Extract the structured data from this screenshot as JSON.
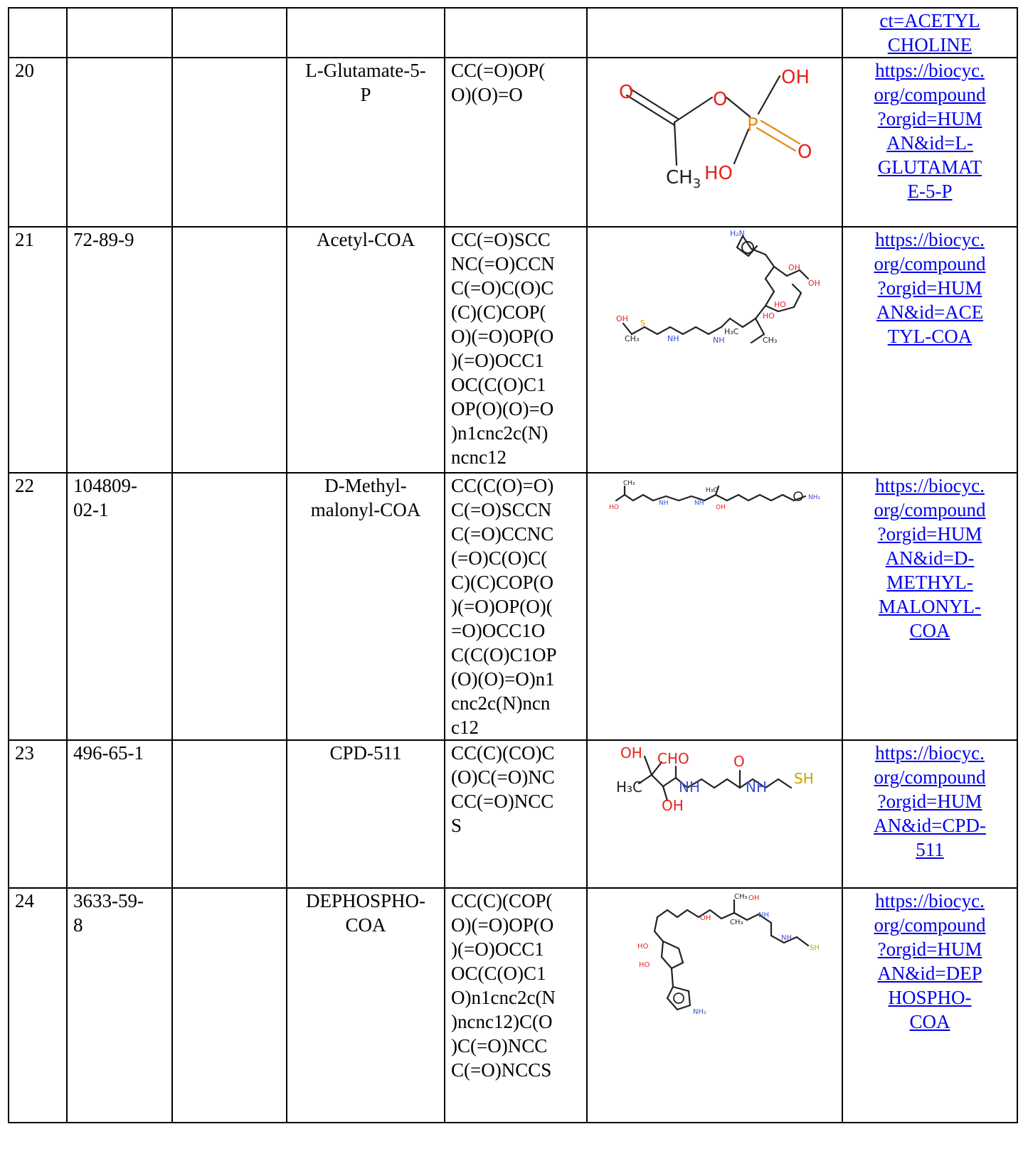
{
  "rows": [
    {
      "num": "",
      "cas": "",
      "blank": "",
      "name": [],
      "smiles": [],
      "link": [
        "ct=ACETYL",
        "CHOLINE"
      ]
    },
    {
      "num": "20",
      "cas": "",
      "blank": "",
      "name": [
        "L-Glutamate-5-",
        "P"
      ],
      "smiles": [
        "CC(=O)OP(",
        "O)(O)=O"
      ],
      "link": [
        "https://biocyc.",
        "org/compound",
        "?orgid=HUM",
        "AN&id=L-",
        "GLUTAMAT",
        "E-5-P"
      ]
    },
    {
      "num": "21",
      "cas": "72-89-9",
      "blank": "",
      "name": [
        "Acetyl-COA"
      ],
      "smiles": [
        "CC(=O)SCC",
        "NC(=O)CCN",
        "C(=O)C(O)C",
        "(C)(C)COP(",
        "O)(=O)OP(O",
        ")(=O)OCC1",
        "OC(C(O)C1",
        "OP(O)(O)=O",
        ")n1cnc2c(N)",
        "ncnc12"
      ],
      "link": [
        "https://biocyc.",
        "org/compound",
        "?orgid=HUM",
        "AN&id=ACE",
        "TYL-COA"
      ]
    },
    {
      "num": "22",
      "cas": "104809-\n02-1",
      "blank": "",
      "name": [
        "D-Methyl-",
        "malonyl-COA"
      ],
      "smiles": [
        "CC(C(O)=O)",
        "C(=O)SCCN",
        "C(=O)CCNC",
        "(=O)C(O)C(",
        "C)(C)COP(O",
        ")(=O)OP(O)(",
        "=O)OCC1O",
        "C(C(O)C1OP",
        "(O)(O)=O)n1",
        "cnc2c(N)ncn",
        "c12"
      ],
      "link": [
        "https://biocyc.",
        "org/compound",
        "?orgid=HUM",
        "AN&id=D-",
        "METHYL-",
        "MALONYL-",
        "COA"
      ]
    },
    {
      "num": "23",
      "cas": "496-65-1",
      "blank": "",
      "name": [
        "CPD-511"
      ],
      "smiles": [
        "CC(C)(CO)C",
        "(O)C(=O)NC",
        "CC(=O)NCC",
        "S"
      ],
      "link": [
        "https://biocyc.",
        "org/compound",
        "?orgid=HUM",
        "AN&id=CPD-",
        "511"
      ]
    },
    {
      "num": "24",
      "cas": "3633-59-\n8",
      "blank": "",
      "name": [
        "DEPHOSPHO-",
        "COA"
      ],
      "smiles": [
        "CC(C)(COP(",
        "O)(=O)OP(O",
        ")(=O)OCC1",
        "OC(C(O)C1",
        "O)n1cnc2c(N",
        ")ncnc12)C(O",
        ")C(=O)NCC",
        "C(=O)NCCS"
      ],
      "link": [
        "https://biocyc.",
        "org/compound",
        "?orgid=HUM",
        "AN&id=DEP",
        "HOSPHO-",
        "COA"
      ]
    }
  ],
  "structure_labels": {
    "glutamate": {
      "o1": "O",
      "o2": "O",
      "oh": "OH",
      "p": "P",
      "o3": "O",
      "ch3": "CH",
      "ch3_sub": "3",
      "ho": "HO"
    },
    "acetylcoa": {
      "h2n": "H₂N",
      "oh1": "OH",
      "oh2": "OH",
      "ho1": "HO",
      "ho2": "HO",
      "nh1": "NH",
      "nh2": "NH",
      "h3c": "H₃C",
      "ch3a": "CH₃",
      "ch3b": "CH₃",
      "oh3": "OH",
      "s": "S"
    },
    "methylmalonyl": {
      "ch3": "CH₃",
      "ho": "HO",
      "nh1": "NH",
      "nh2": "NH",
      "h3c": "H₃C",
      "oh": "OH",
      "nh2b": "NH₂"
    },
    "cpd511": {
      "oh1": "OH",
      "cho": "CHO",
      "o1": "O",
      "h3c": "H₃C",
      "nh1": "NH",
      "nh2": "NH",
      "sh": "SH",
      "oh2": "OH"
    },
    "dephospho": {
      "ch3a": "CH₃",
      "oh1": "OH",
      "ch3b": "CH₃",
      "nh1": "NH",
      "nh2": "NH",
      "sh": "SH",
      "ho1": "HO",
      "ho2": "HO",
      "nh2b": "NH₂",
      "oh2": "OH"
    }
  },
  "colors": {
    "link": "#0000ee",
    "oxygen": "#e8221c",
    "phosphorus": "#e8891c",
    "nitrogen": "#3a4fd6",
    "sulfur": "#c8a400",
    "bond": "#222222"
  }
}
